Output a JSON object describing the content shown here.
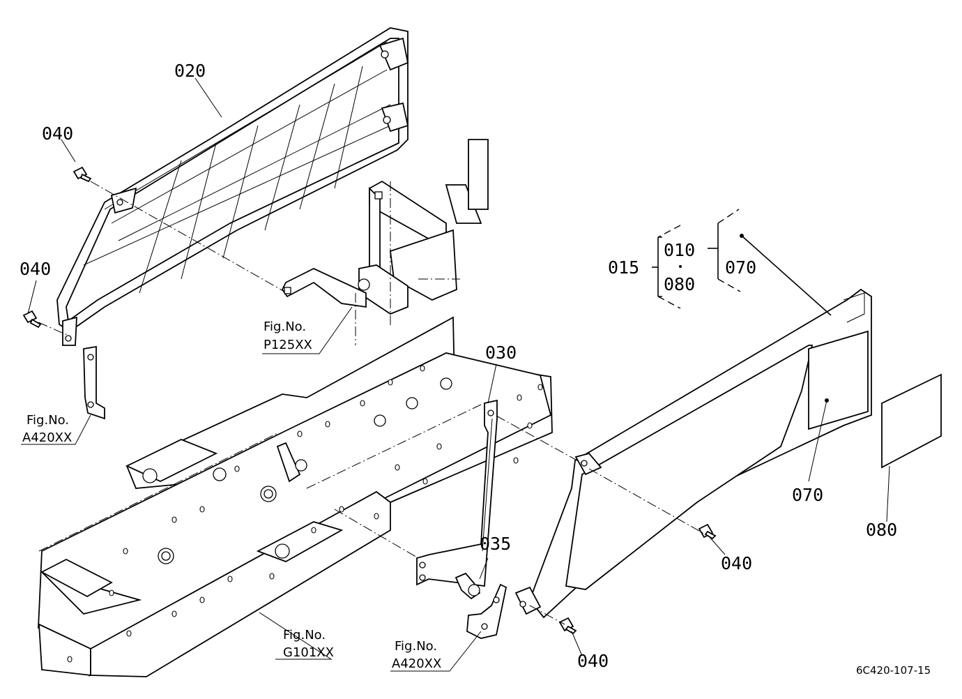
{
  "diagram": {
    "code": "6C420-107-15",
    "labels": {
      "p020": "020",
      "p040_top": "040",
      "p040_left": "040",
      "p015": "015",
      "p010": "010",
      "p080_bracket": "080",
      "p070_bracket": "070",
      "p030": "030",
      "p035": "035",
      "p070": "070",
      "p080": "080",
      "p040_right": "040",
      "p040_bottom": "040"
    },
    "fig_refs": [
      {
        "prefix": "Fig.No.",
        "code": "P125XX"
      },
      {
        "prefix": "Fig.No.",
        "code": "A420XX"
      },
      {
        "prefix": "Fig.No.",
        "code": "G101XX"
      },
      {
        "prefix": "Fig.No.",
        "code": "A420XX"
      }
    ]
  }
}
